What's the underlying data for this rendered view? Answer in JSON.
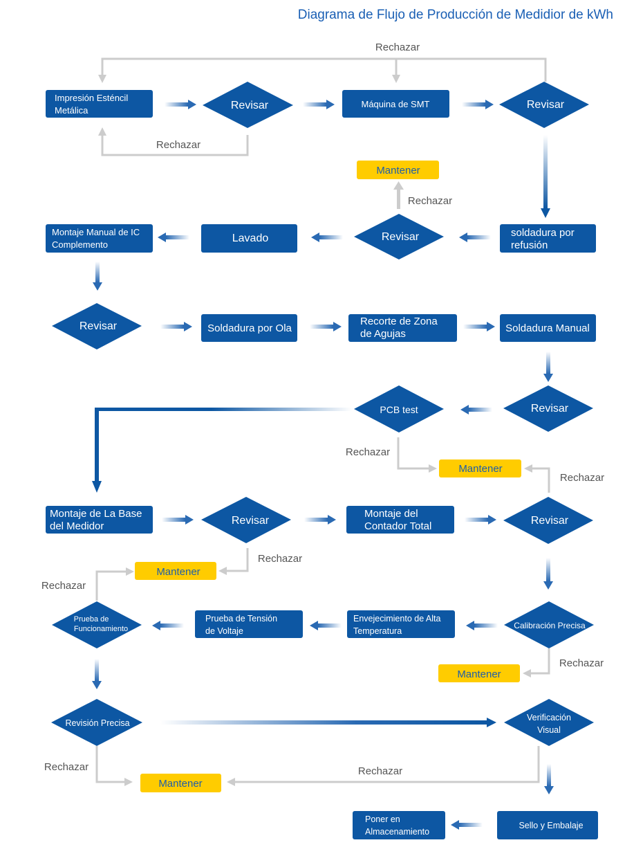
{
  "title": "Diagrama de Flujo de Producción de Medidior de kWh",
  "reject_label": "Rechazar",
  "hold_label": "Mantener",
  "check_label": "Revisar",
  "steps": {
    "stencil": [
      "Impresión Esténcil",
      "Metálica"
    ],
    "smt": [
      "Máquina de SMT"
    ],
    "reflow": [
      "soldadura por",
      "refusión"
    ],
    "washing": [
      "Lavado"
    ],
    "manual_ic": [
      "Montaje Manual de IC",
      "Complemento"
    ],
    "wave": [
      "Soldadura por Ola"
    ],
    "pin_trim": [
      "Recorte de Zona",
      "de Agujas"
    ],
    "manual_solder": [
      "Soldadura Manual"
    ],
    "pcb_test": [
      "PCB test"
    ],
    "base_assembly": [
      "Montaje de La Base",
      "del Medidor"
    ],
    "counter_assembly": [
      "Montaje del",
      "Contador Total"
    ],
    "calibration": [
      "Calibración Precisa"
    ],
    "aging": [
      "Envejecimiento de Alta",
      "Temperatura"
    ],
    "voltage_test": [
      "Prueba de Tensión",
      "de Voltaje"
    ],
    "function_test": [
      "Prueba de",
      "Funcionamiento"
    ],
    "precise_review": [
      "Revisión Precisa"
    ],
    "visual_check": [
      "Verificación",
      "Visual"
    ],
    "seal_pack": [
      "Sello y Embalaje"
    ],
    "storage": [
      "Poner en",
      "Almacenamiento"
    ]
  },
  "colors": {
    "box": "#0d57a3",
    "hold": "#ffcc00",
    "reject_line": "#cccccc",
    "title": "#1a5fb4",
    "label": "#555555"
  }
}
